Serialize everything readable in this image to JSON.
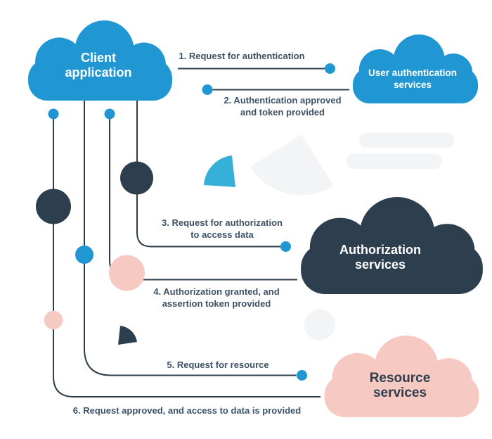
{
  "colors": {
    "blue": "#2097d3",
    "navy": "#2d3e4e",
    "pink": "#f6c9c2",
    "teal": "#36b0d8",
    "offwhite": "#f2f4f5",
    "step-text": "#3d5266"
  },
  "clouds": {
    "client": {
      "label": "Client\napplication"
    },
    "user_auth": {
      "label": "User authentication\nservices"
    },
    "authorization": {
      "label": "Authorization\nservices"
    },
    "resource": {
      "label": "Resource\nservices"
    }
  },
  "steps": [
    {
      "label": "1. Request for authentication"
    },
    {
      "label": "2. Authentication approved\nand token provided"
    },
    {
      "label": "3. Request for authorization\nto access data"
    },
    {
      "label": "4. Authorization granted, and\nassertion token provided"
    },
    {
      "label": "5. Request for resource"
    },
    {
      "label": "6. Request approved, and access to data is provided"
    }
  ]
}
